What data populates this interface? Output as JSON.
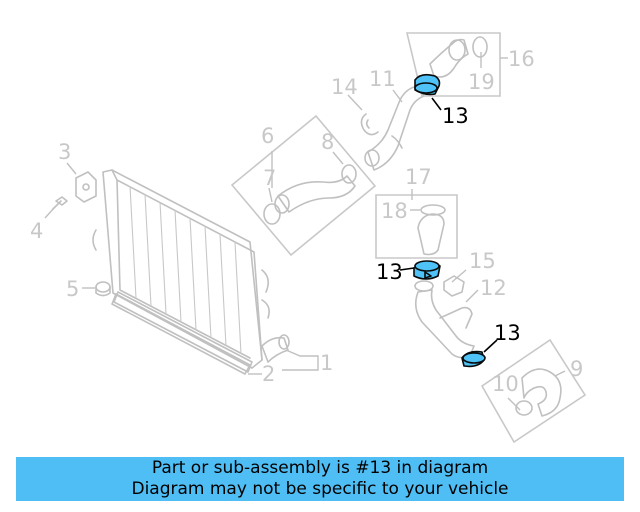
{
  "callouts": {
    "c1": "1",
    "c2": "2",
    "c3": "3",
    "c4": "4",
    "c5": "5",
    "c6": "6",
    "c7": "7",
    "c8": "8",
    "c9": "9",
    "c10": "10",
    "c11": "11",
    "c12": "12",
    "c13a": "13",
    "c13b": "13",
    "c13c": "13",
    "c14": "14",
    "c15": "15",
    "c16": "16",
    "c17": "17",
    "c18": "18",
    "c19": "19"
  },
  "highlight_color": "#4fc3f7",
  "banner": {
    "line1": "Part or sub-assembly is #13 in diagram",
    "line2": "Diagram may not be specific to your vehicle",
    "color": "#4fbef5"
  }
}
